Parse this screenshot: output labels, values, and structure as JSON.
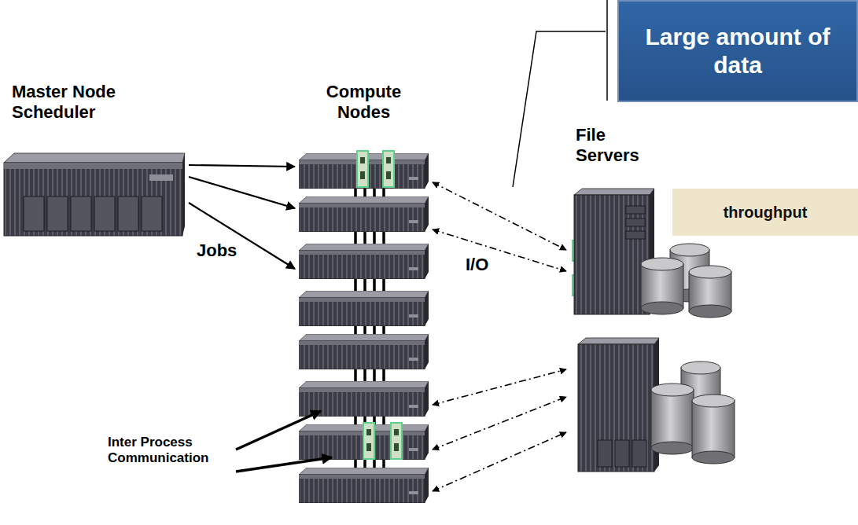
{
  "diagram": {
    "nodes": [
      {
        "text": [
          "Large amount of data"
        ]
      },
      {
        "text": [
          "Master Node Scheduler"
        ]
      },
      {
        "text": [
          "Compute Nodes"
        ]
      },
      {
        "text": [
          "File Servers"
        ]
      },
      {
        "text": [
          "throughput"
        ]
      }
    ],
    "edges": [
      {
        "from": 1,
        "to": 2,
        "arrow": "to"
      },
      {
        "from": 1,
        "to": 2,
        "arrow": "to"
      },
      {
        "from": 1,
        "to": 2,
        "arrow": "to"
      },
      {
        "from": 2,
        "to": 3,
        "arrow": "both"
      },
      {
        "from": 2,
        "to": 3,
        "arrow": "both"
      },
      {
        "from": 2,
        "to": 3,
        "arrow": "both"
      },
      {
        "from": 2,
        "to": 3,
        "arrow": "both"
      },
      {
        "from": 2,
        "to": 3,
        "arrow": "both"
      }
    ],
    "labels": [
      "Jobs",
      "I/O",
      "Inter Process Communication"
    ]
  }
}
